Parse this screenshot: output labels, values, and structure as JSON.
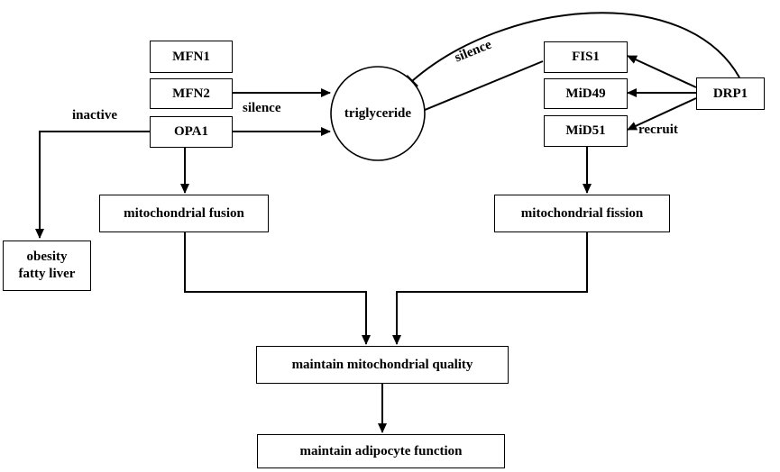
{
  "nodes": {
    "mfn1": "MFN1",
    "mfn2": "MFN2",
    "opa1": "OPA1",
    "triglyceride": "triglyceride",
    "fis1": "FIS1",
    "mid49": "MiD49",
    "mid51": "MiD51",
    "drp1": "DRP1",
    "mito_fusion": "mitochondrial fusion",
    "mito_fission": "mitochondrial fission",
    "obesity": [
      "obesity",
      "fatty liver"
    ],
    "maintain_quality": "maintain mitochondrial quality",
    "maintain_adipocyte": "maintain adipocyte function"
  },
  "edge_labels": {
    "inactive": "inactive",
    "silence_mfn2": "silence",
    "silence_drp1": "silence",
    "recruit": "recruit"
  }
}
